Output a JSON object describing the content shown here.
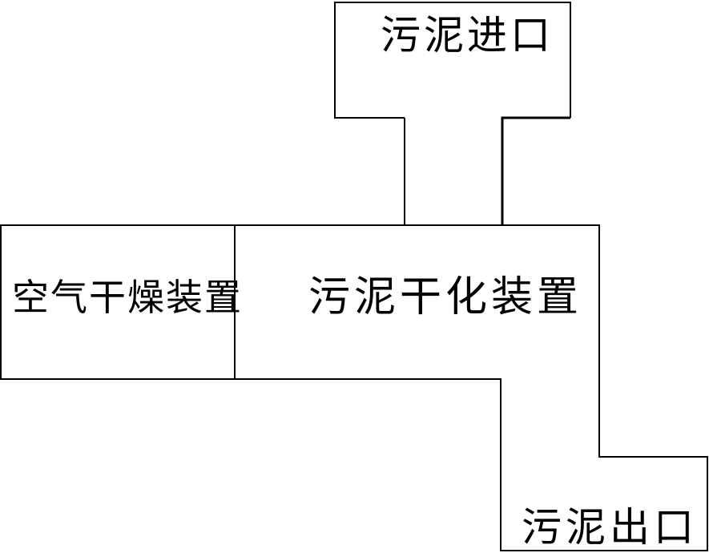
{
  "colors": {
    "background": "#ffffff",
    "line": "#000000",
    "text": "#000000"
  },
  "nodes": {
    "inlet": {
      "label": "污泥进口"
    },
    "air_dryer": {
      "label": "空气干燥装置"
    },
    "dryer": {
      "label": "污泥干化装置"
    },
    "outlet": {
      "label": "污泥出口"
    }
  }
}
